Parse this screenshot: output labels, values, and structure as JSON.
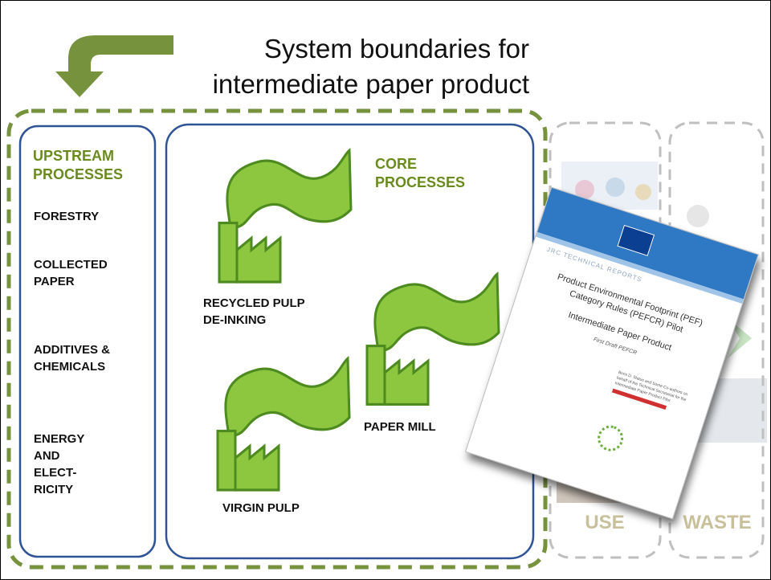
{
  "title": {
    "line1": "System boundaries for",
    "line2": "intermediate paper product"
  },
  "upstream": {
    "heading_line1": "UPSTREAM",
    "heading_line2": "PROCESSES",
    "items": [
      {
        "lines": [
          "FORESTRY"
        ]
      },
      {
        "lines": [
          "COLLECTED",
          "PAPER"
        ]
      },
      {
        "lines": [
          "ADDITIVES &",
          "CHEMICALS"
        ]
      },
      {
        "lines": [
          "ENERGY",
          "AND",
          "ELECT-",
          "RICITY"
        ]
      }
    ]
  },
  "core": {
    "heading_line1": "CORE",
    "heading_line2": "PROCESSES",
    "factories": [
      {
        "lines": [
          "RECYCLED PULP",
          "DE-INKING"
        ]
      },
      {
        "lines": [
          "PAPER MILL"
        ]
      },
      {
        "lines": [
          "VIRGIN PULP"
        ]
      }
    ]
  },
  "stages": {
    "use": "USE",
    "waste": "WASTE"
  },
  "colors": {
    "boundary_dash": "#76923c",
    "box_border": "#2f5496",
    "factory_fill": "#8dc63f",
    "factory_stroke": "#4d8a1f",
    "arrow": "#76923c",
    "heading": "#6a8a1f",
    "stage_text": "#c7c09a",
    "stage_dash": "#bfbfbf"
  }
}
